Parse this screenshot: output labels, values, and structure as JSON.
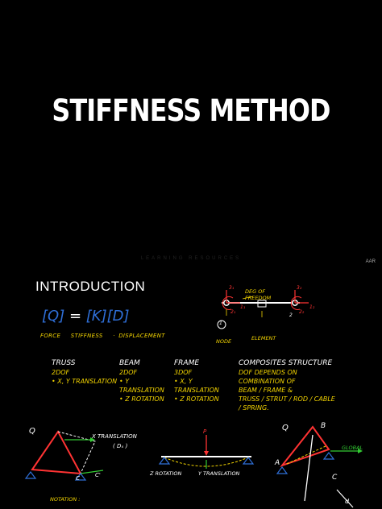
{
  "slide1": {
    "title": "STIFFNESS METHOD",
    "faint_text": "LEARNING RESOURCES",
    "page_tag": "AAR"
  },
  "slide2": {
    "heading": "INTRODUCTION",
    "equation": {
      "q": "[Q]",
      "eq": "=",
      "k": "[K]",
      "d": "[D]"
    },
    "equation_labels": [
      "FORCE",
      "STIFFNESS",
      "·",
      "DISPLACEMENT"
    ],
    "node_diagram": {
      "dof_label": "DEG OF FREEDOM",
      "node_label": "NODE",
      "element_label": "ELEMENT",
      "node_number": "1",
      "node_number_2": "2",
      "dof_marks": [
        "3₁",
        "1₁",
        "2₁",
        "3₂",
        "1₂",
        "2₂"
      ]
    },
    "columns": [
      {
        "head": "TRUSS",
        "lines": [
          "2DOF",
          "• X, Y TRANSLATION"
        ]
      },
      {
        "head": "BEAM",
        "lines": [
          "2DOF",
          "• Y TRANSLATION",
          "• Z ROTATION"
        ]
      },
      {
        "head": "FRAME",
        "lines": [
          "3DOF",
          "• X, Y TRANSLATION",
          "• Z ROTATION"
        ]
      },
      {
        "head": "COMPOSITES STRUCTURE",
        "lines": [
          "DOF DEPENDS ON",
          "COMBINATION OF",
          "BEAM / FRAME &",
          "TRUSS / STRUT / ROD / CABLE",
          "/ SPRING."
        ]
      }
    ],
    "truss_sketch": {
      "q": "Q",
      "c": "C",
      "c2": "C'",
      "x_label": "X TRANSLATION",
      "dx": "( Dₓ )"
    },
    "beam_sketch": {
      "load": "P",
      "z_rot": "Z ROTATION",
      "y_trans": "Y TRANSLATION"
    },
    "frame_sketch": {
      "q": "Q",
      "b": "B",
      "a": "A",
      "c": "C",
      "d": "d",
      "global": "GLOBAL"
    },
    "bottom_note": "NOTATION :",
    "colors": {
      "accent_yellow": "#f2d300",
      "accent_blue": "#2f6fd8",
      "accent_red": "#ff3333",
      "accent_green": "#33cc33"
    }
  }
}
